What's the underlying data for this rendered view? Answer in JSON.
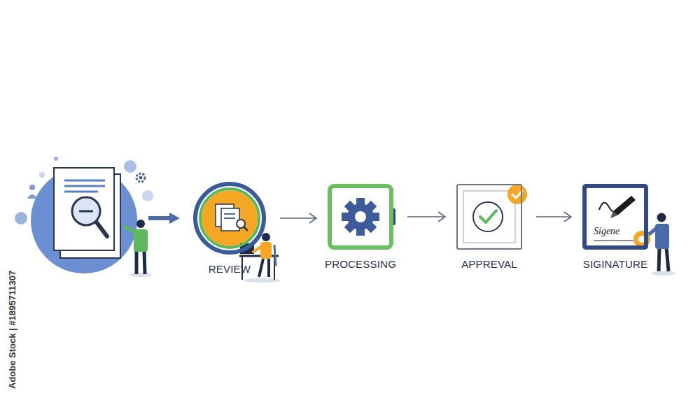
{
  "diagram": {
    "nodes": [
      {
        "text": [
          "REVIEW"
        ]
      },
      {
        "text": [
          "PROCESSING"
        ]
      },
      {
        "text": [
          "APPREVAL"
        ]
      },
      {
        "text": [
          "Sigene",
          "SIGINATURE"
        ]
      }
    ],
    "edges": [
      {
        "from": 0,
        "to": 1,
        "arrow": "to"
      },
      {
        "from": 1,
        "to": 2,
        "arrow": "to"
      },
      {
        "from": 2,
        "to": 3,
        "arrow": "to"
      }
    ],
    "labels": [
      "Adobe Stock | #1895711307"
    ]
  }
}
